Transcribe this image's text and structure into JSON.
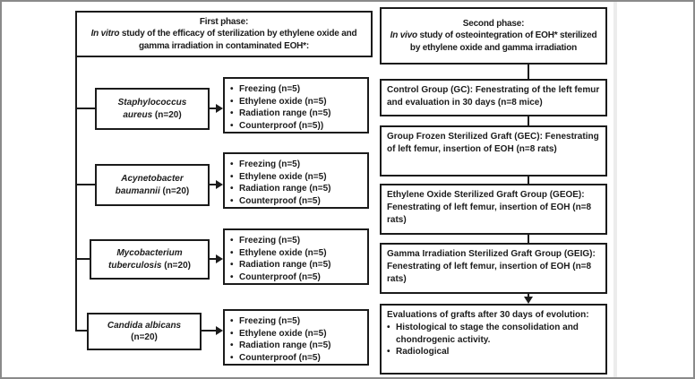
{
  "glyphs": {
    "bullet": "•"
  },
  "phase1": {
    "title": "First phase:",
    "em": "In vitro",
    "rest": " study of the efficacy of sterilization by ethylene oxide and gamma irradiation in contaminated EOH*:"
  },
  "phase2": {
    "title": "Second phase:",
    "em": "In vivo",
    "rest": " study of osteointegration of EOH* sterilized by ethylene oxide and gamma irradiation"
  },
  "organisms": [
    {
      "name": "Staphylococcus aureus",
      "n": " (n=20)"
    },
    {
      "name": "Acynetobacter baumannii",
      "n": " (n=20)"
    },
    {
      "name": "Mycobacterium tuberculosis",
      "n": " (n=20)"
    },
    {
      "name": "Candida albicans",
      "n": " (n=20)"
    }
  ],
  "treatments": [
    [
      "Freezing (n=5)",
      "Ethylene oxide (n=5)",
      "Radiation range (n=5)",
      "Counterproof (n=5))"
    ],
    [
      "Freezing (n=5)",
      "Ethylene oxide (n=5)",
      "Radiation range (n=5)",
      "Counterproof (n=5)"
    ],
    [
      "Freezing (n=5)",
      "Ethylene oxide (n=5)",
      "Radiation range (n=5)",
      "Counterproof (n=5)"
    ],
    [
      "Freezing (n=5)",
      "Ethylene oxide (n=5)",
      "Radiation range (n=5)",
      "Counterproof (n=5)"
    ]
  ],
  "groups": [
    "Control Group (GC): Fenestrating of the left femur and evaluation in 30 days (n=8 mice)",
    "Group Frozen Sterilized Graft (GEC): Fenestrating of left femur, insertion of EOH (n=8 rats)",
    "Ethylene Oxide Sterilized Graft Group (GEOE): Fenestrating of left femur, insertion of EOH (n=8 rats)",
    "Gamma Irradiation Sterilized Graft Group (GEIG): Fenestrating of left femur, insertion of EOH (n=8 rats)"
  ],
  "evaluation": {
    "intro": "Evaluations of grafts after 30 days of evolution:",
    "bullets": [
      "Histological to stage the consolidation and chondrogenic activity.",
      "Radiological"
    ]
  }
}
